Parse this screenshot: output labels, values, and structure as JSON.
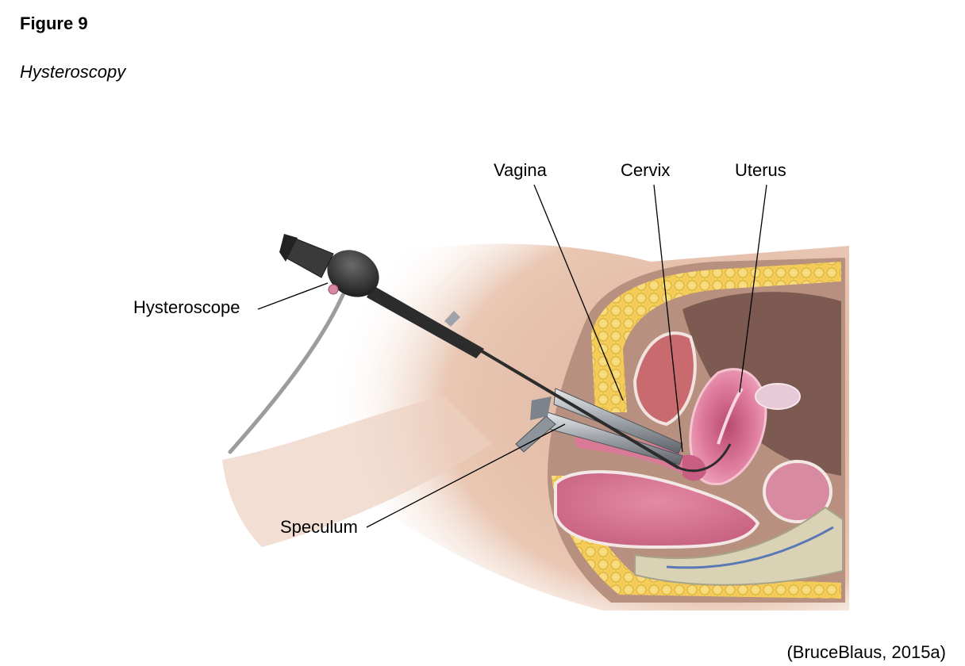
{
  "figure": {
    "title": "Figure 9",
    "subtitle": "Hysteroscopy",
    "credit": "(BruceBlaus, 2015a)"
  },
  "labels": {
    "vagina": "Vagina",
    "cervix": "Cervix",
    "uterus": "Uterus",
    "hysteroscope": "Hysteroscope",
    "speculum": "Speculum"
  },
  "colors": {
    "skin": "#e7c3ae",
    "fat": "#f2cb55",
    "tissue_pink": "#e98aa8",
    "uterus_pink": "#d9698c",
    "muscle_red": "#c9504f",
    "instrument_dark": "#2c2c2c",
    "steel": "#b8bcc2",
    "tube_gray": "#9c9c9c"
  }
}
